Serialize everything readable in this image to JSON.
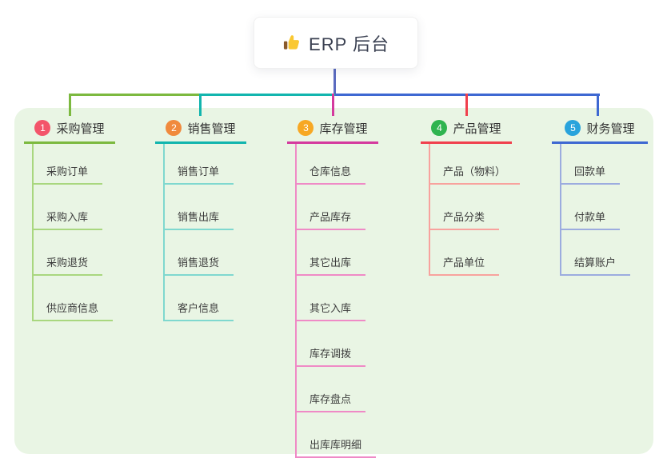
{
  "root": {
    "label": "ERP 后台",
    "icon": "thumbs-up-icon"
  },
  "colors": {
    "canvas_bg": "#e9f5e4",
    "root_stem": "#5b6bc0"
  },
  "branches": [
    {
      "badge": "1",
      "label": "采购管理",
      "color": "#7cb93f",
      "child_line_color": "#a9d77f",
      "badge_color": "#f3556a",
      "children": [
        "采购订单",
        "采购入库",
        "采购退货",
        "供应商信息"
      ]
    },
    {
      "badge": "2",
      "label": "销售管理",
      "color": "#12b5ae",
      "child_line_color": "#7fd8cf",
      "badge_color": "#f08a3d",
      "children": [
        "销售订单",
        "销售出库",
        "销售退货",
        "客户信息"
      ]
    },
    {
      "badge": "3",
      "label": "库存管理",
      "color": "#d43a9e",
      "child_line_color": "#ef8ac6",
      "badge_color": "#f7a824",
      "children": [
        "仓库信息",
        "产品库存",
        "其它出库",
        "其它入库",
        "库存调拨",
        "库存盘点",
        "出库库明细"
      ]
    },
    {
      "badge": "4",
      "label": "产品管理",
      "color": "#f0404d",
      "child_line_color": "#f8a29d",
      "badge_color": "#2fb44f",
      "children": [
        "产品（物料）",
        "产品分类",
        "产品单位"
      ]
    },
    {
      "badge": "5",
      "label": "财务管理",
      "color": "#3e68d2",
      "child_line_color": "#9cacdf",
      "badge_color": "#29a3dc",
      "children": [
        "回款单",
        "付款单",
        "结算账户"
      ]
    }
  ]
}
